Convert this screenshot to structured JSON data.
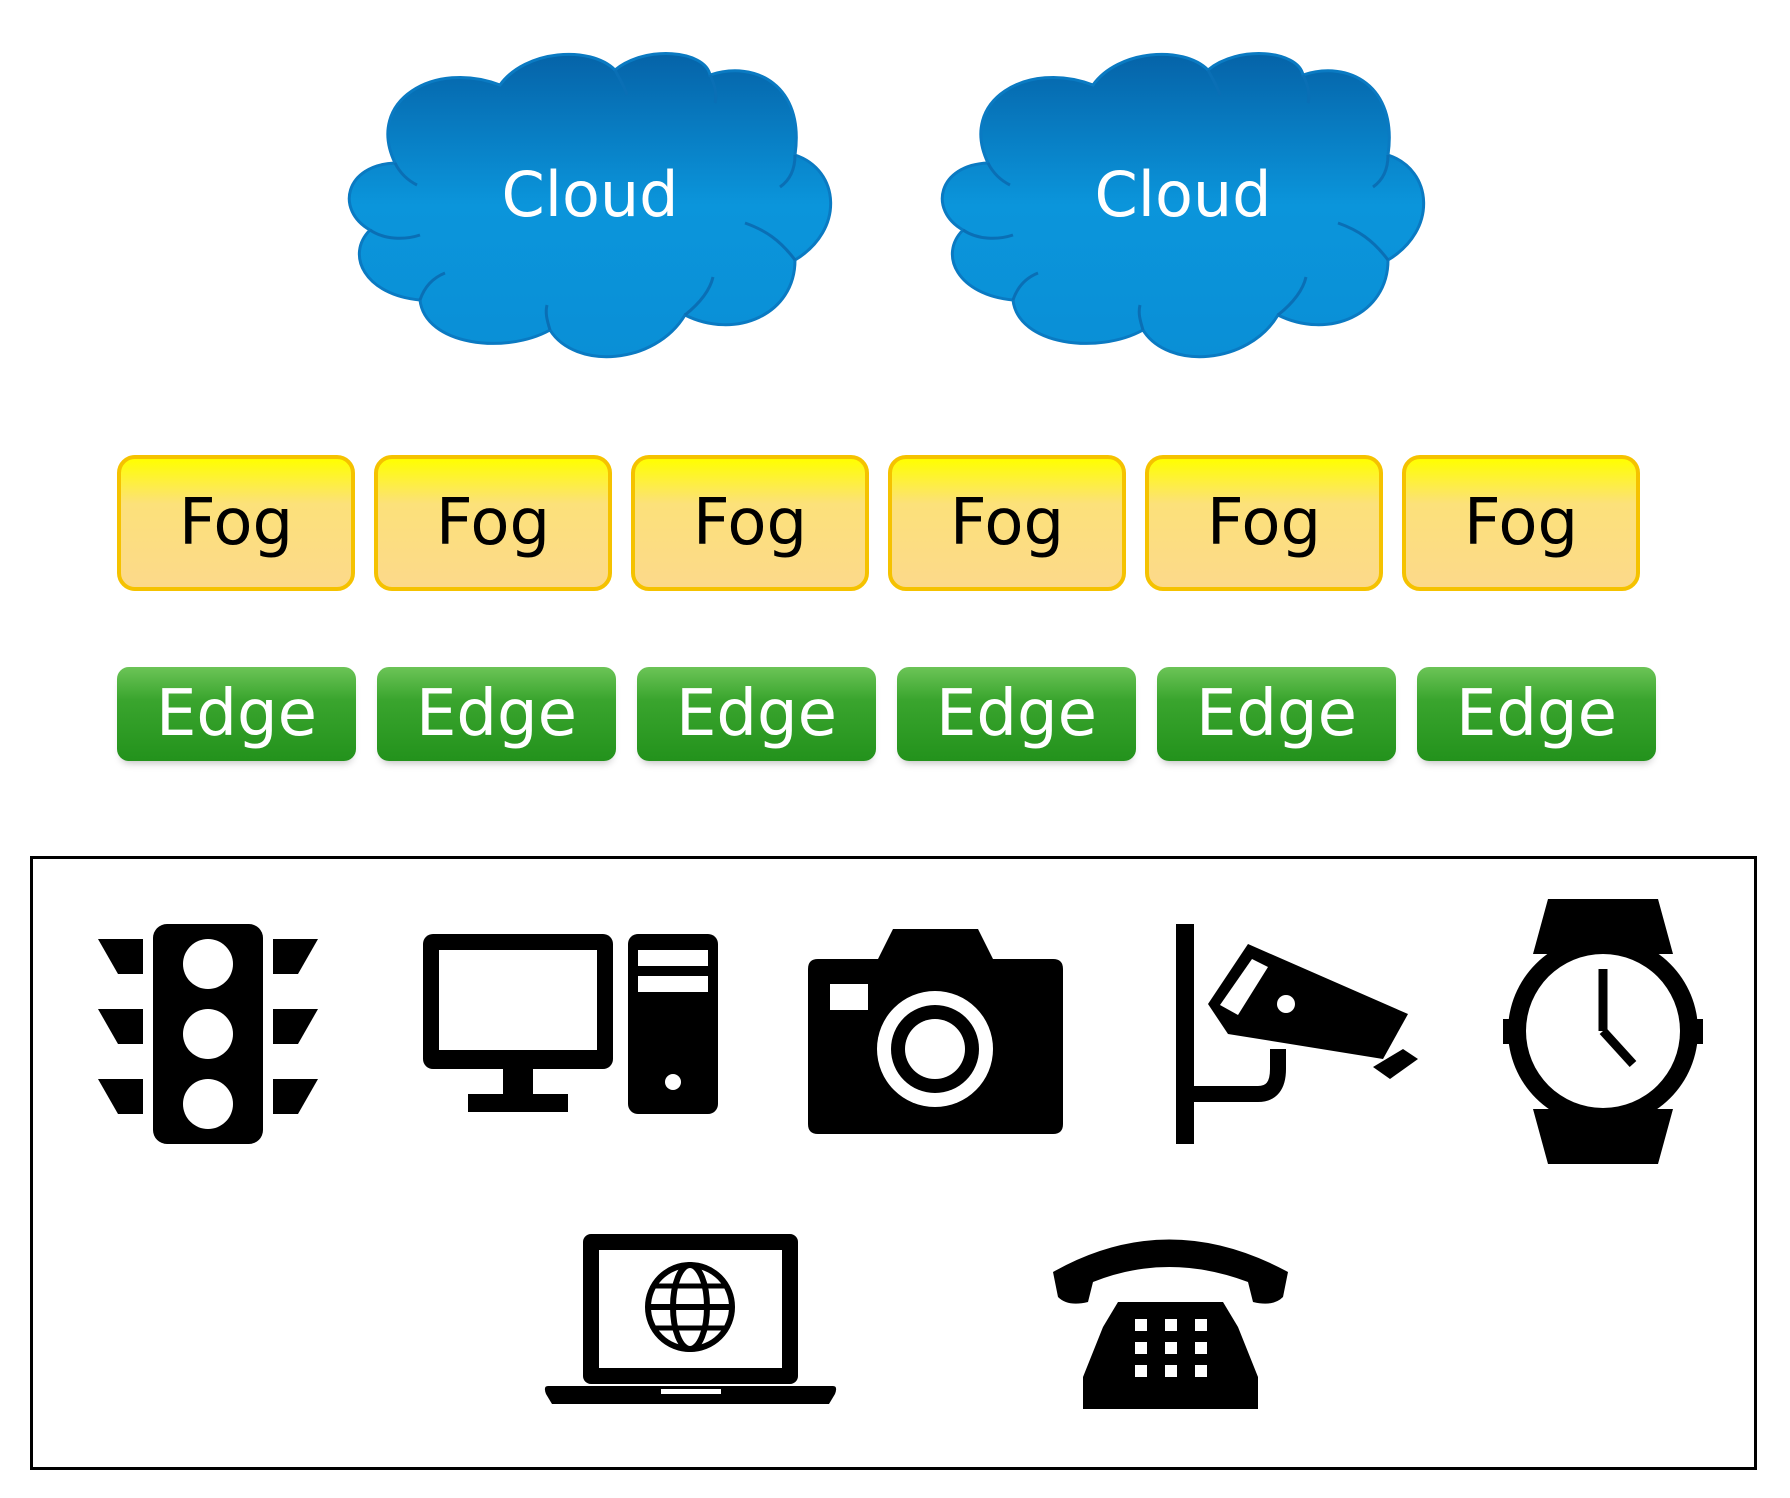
{
  "clouds": [
    {
      "label": "Cloud"
    },
    {
      "label": "Cloud"
    }
  ],
  "fog_nodes": [
    {
      "label": "Fog"
    },
    {
      "label": "Fog"
    },
    {
      "label": "Fog"
    },
    {
      "label": "Fog"
    },
    {
      "label": "Fog"
    },
    {
      "label": "Fog"
    }
  ],
  "edge_nodes": [
    {
      "label": "Edge"
    },
    {
      "label": "Edge"
    },
    {
      "label": "Edge"
    },
    {
      "label": "Edge"
    },
    {
      "label": "Edge"
    },
    {
      "label": "Edge"
    }
  ],
  "devices": [
    "traffic-light-icon",
    "desktop-computer-icon",
    "camera-icon",
    "security-camera-icon",
    "wristwatch-icon",
    "laptop-globe-icon",
    "telephone-icon"
  ],
  "colors": {
    "cloud_blue": "#0a8fd6",
    "fog_fill": "#fcd98a",
    "fog_border": "#f5c200",
    "edge_green": "#2e9c24",
    "icon_black": "#000000"
  }
}
